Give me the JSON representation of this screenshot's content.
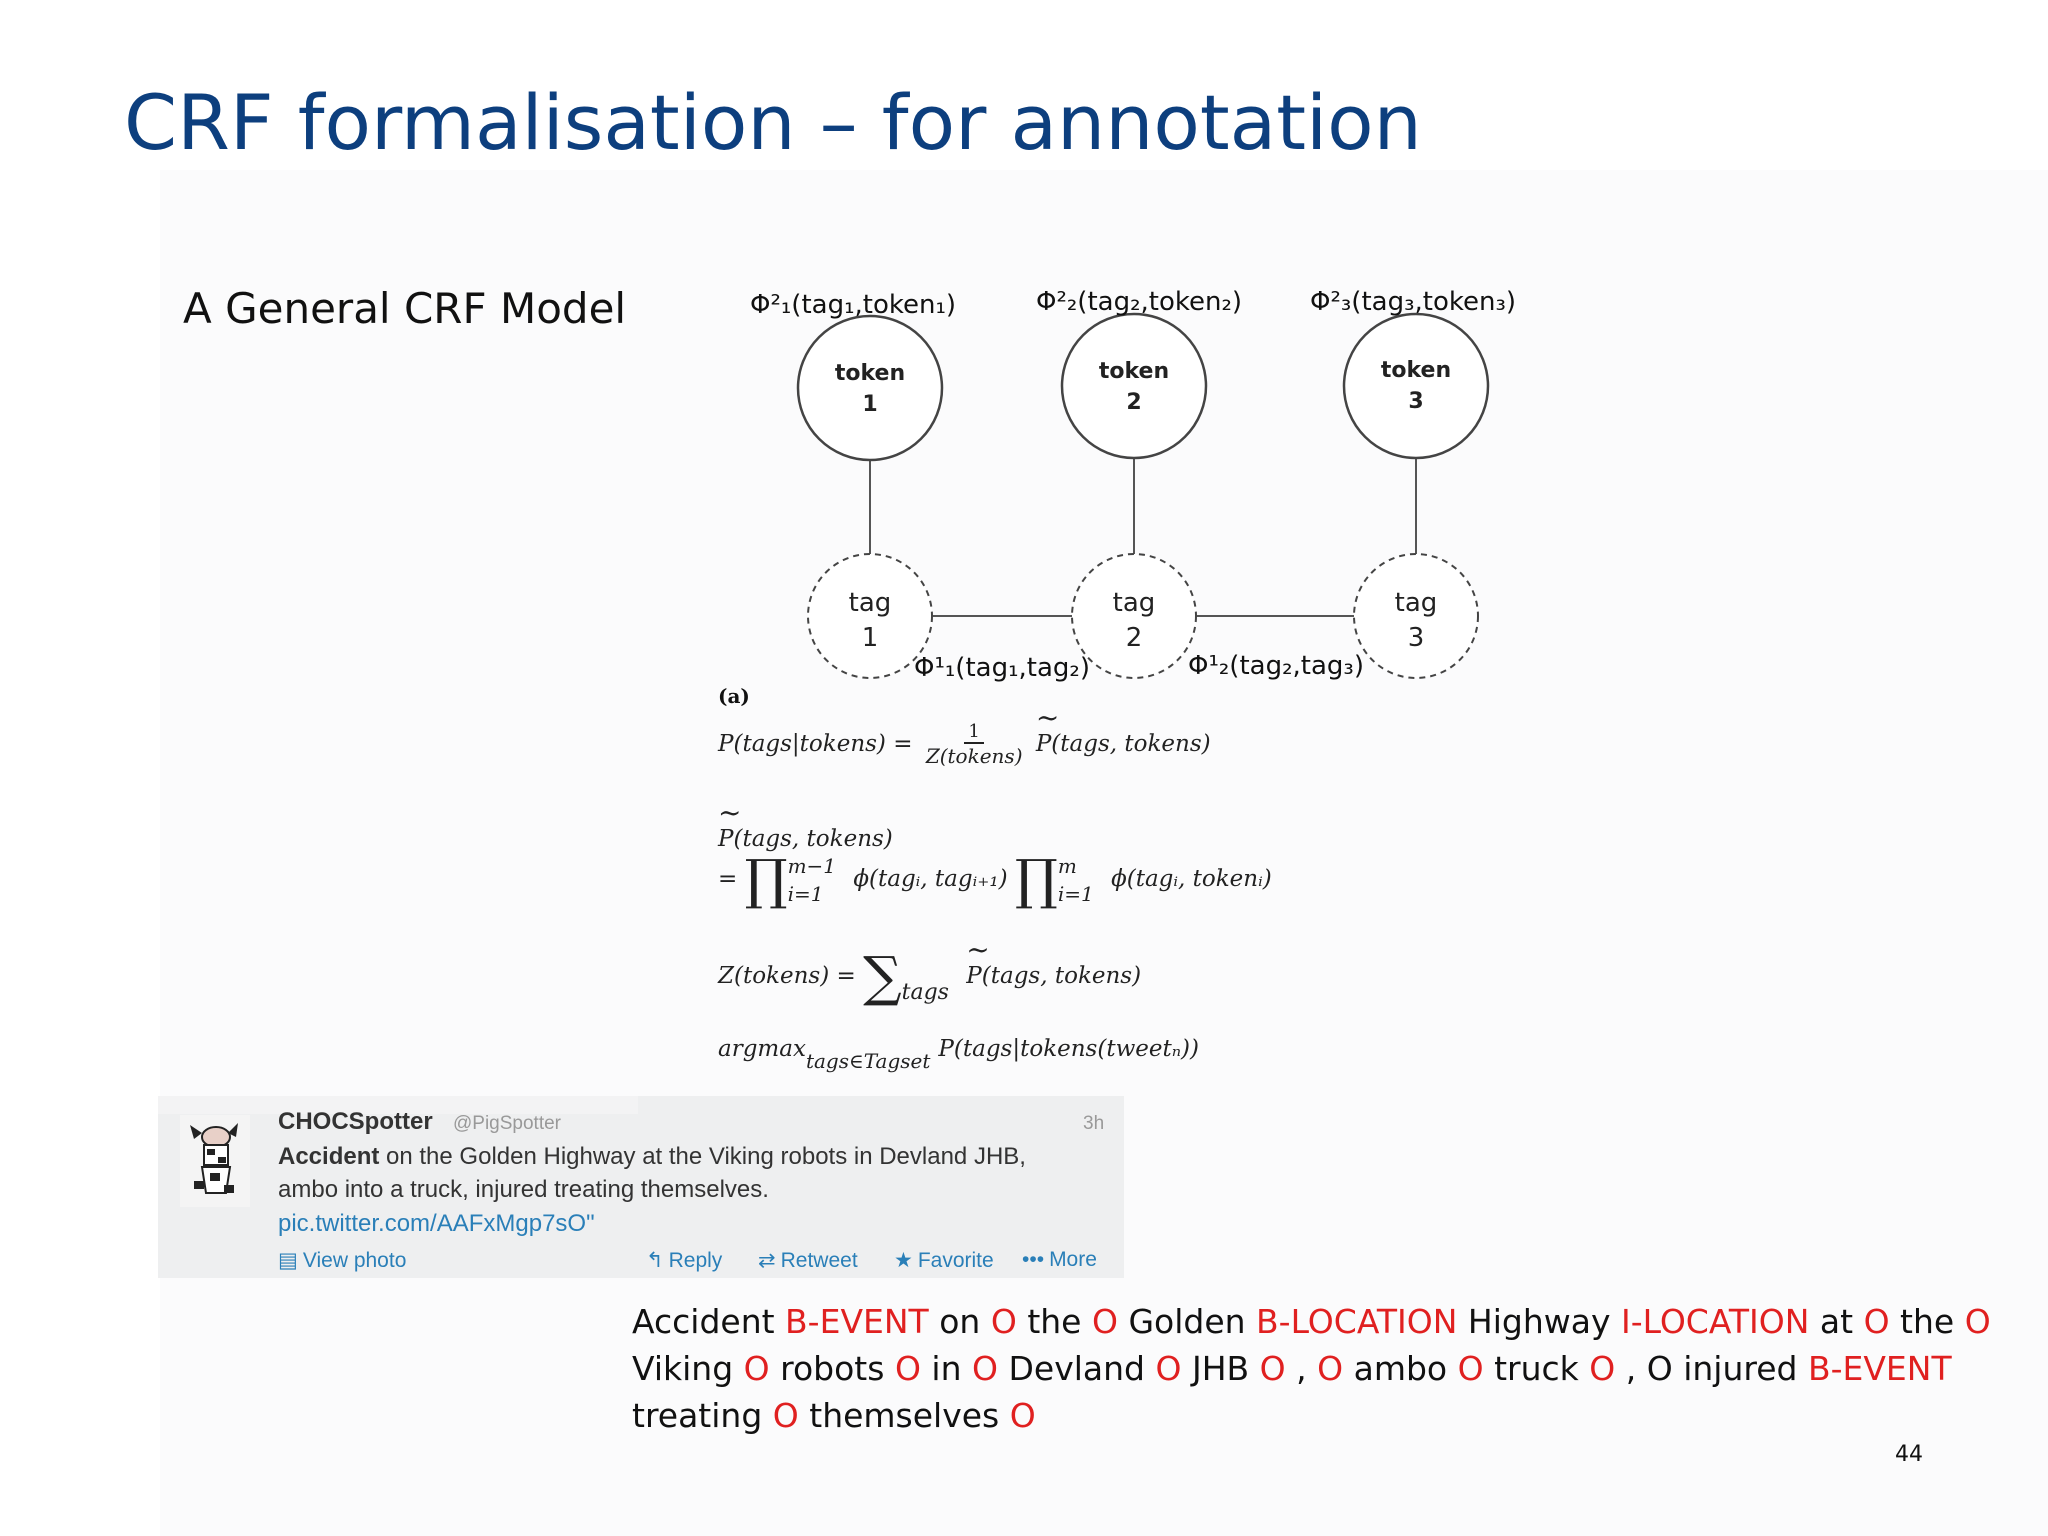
{
  "slide": {
    "title": "CRF formalisation – for annotation",
    "subtitle": "A General CRF Model",
    "page_number": "44"
  },
  "diagram": {
    "tokens": [
      {
        "label": "token",
        "num": "1",
        "potential": "Φ²₁(tag₁,token₁)"
      },
      {
        "label": "token",
        "num": "2",
        "potential": "Φ²₂(tag₂,token₂)"
      },
      {
        "label": "token",
        "num": "3",
        "potential": "Φ²₃(tag₃,token₃)"
      }
    ],
    "tags": [
      {
        "label": "tag",
        "num": "1"
      },
      {
        "label": "tag",
        "num": "2"
      },
      {
        "label": "tag",
        "num": "3"
      }
    ],
    "edge_potentials": [
      "Φ¹₁(tag₁,tag₂)",
      "Φ¹₂(tag₂,tag₃)"
    ],
    "figure_label": "(a)"
  },
  "equations": {
    "eq1_lhs": "P(tags|tokens) =",
    "eq1_num": "1",
    "eq1_den": "Z(tokens)",
    "eq1_rhs": "P(tags, tokens)",
    "eq2_lhs": "P(tags, tokens)",
    "eq2_eq": "=",
    "eq2_prod1_upper": "m−1",
    "eq2_prod1_lower": "i=1",
    "eq2_term1": "ϕ(tagᵢ, tagᵢ₊₁)",
    "eq2_prod2_upper": "m",
    "eq2_prod2_lower": "i=1",
    "eq2_term2": "ϕ(tagᵢ, tokenᵢ)",
    "eq3_lhs": "Z(tokens) =",
    "eq3_sum_lower": "tags",
    "eq3_rhs": "P(tags, tokens)",
    "eq4_fn": "argmax",
    "eq4_sub": "tags∈Tagset",
    "eq4_rhs": "P(tags|tokens(tweetₙ))"
  },
  "tweet": {
    "name": "CHOCSpotter",
    "handle": "@PigSpotter",
    "time": "3h",
    "line1_bold": "Accident",
    "line1_rest": " on the Golden Highway at the Viking robots in Devland JHB,",
    "line2": "ambo into a truck, injured treating themselves.",
    "link": "pic.twitter.com/AAFxMgp7sO\"",
    "view_photo": "View photo",
    "actions": {
      "reply": "Reply",
      "retweet": "Retweet",
      "favorite": "Favorite",
      "more": "More"
    },
    "colors": {
      "link": "#2a7fb8",
      "text": "#333333"
    }
  },
  "annotation": {
    "line1": [
      {
        "w": "Accident",
        "t": "B-EVENT"
      },
      {
        "w": "on",
        "t": "O"
      },
      {
        "w": "the",
        "t": "O"
      },
      {
        "w": "Golden",
        "t": "B-LOCATION"
      },
      {
        "w": "Highway",
        "t": "I-LOCATION"
      },
      {
        "w": "at",
        "t": "O"
      },
      {
        "w": "the",
        "t": "O"
      }
    ],
    "line2": [
      {
        "w": "Viking",
        "t": "O"
      },
      {
        "w": "robots",
        "t": "O"
      },
      {
        "w": "in",
        "t": "O"
      },
      {
        "w": "Devland",
        "t": "O"
      },
      {
        "w": "JHB",
        "t": "O"
      },
      {
        "w": ",",
        "t": "O"
      },
      {
        "w": "ambo",
        "t": "O"
      },
      {
        "w": "truck",
        "t": "O"
      },
      {
        "w": ", O injured",
        "t": "B-EVENT"
      }
    ],
    "line3": [
      {
        "w": "treating",
        "t": "O"
      },
      {
        "w": "themselves",
        "t": "O"
      }
    ],
    "tag_color": "#e02020"
  }
}
